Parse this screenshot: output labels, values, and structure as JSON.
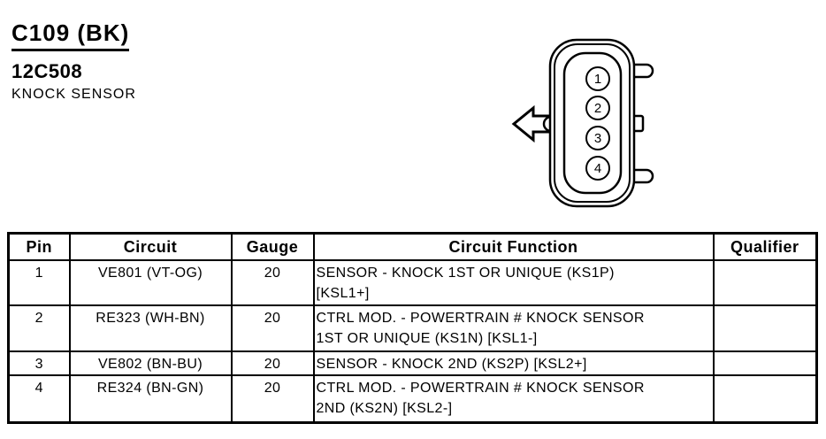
{
  "page": {
    "paper_color": "#ffffff",
    "ink_color": "#000000"
  },
  "header": {
    "connector_id": "C109 (BK)",
    "part_number": "12C508",
    "component_name": "KNOCK SENSOR"
  },
  "connector": {
    "pins": [
      "1",
      "2",
      "3",
      "4"
    ],
    "orientation_icon": "left-arrow"
  },
  "table": {
    "columns": {
      "pin": "Pin",
      "circuit": "Circuit",
      "gauge": "Gauge",
      "function": "Circuit Function",
      "qualifier": "Qualifier"
    },
    "rows": [
      {
        "pin": "1",
        "circuit": "VE801 (VT-OG)",
        "gauge": "20",
        "function": "SENSOR - KNOCK 1ST OR UNIQUE (KS1P)\n[KSL1+]",
        "qualifier": ""
      },
      {
        "pin": "2",
        "circuit": "RE323 (WH-BN)",
        "gauge": "20",
        "function": "CTRL MOD. - POWERTRAIN # KNOCK SENSOR\n1ST OR UNIQUE (KS1N) [KSL1-]",
        "qualifier": ""
      },
      {
        "pin": "3",
        "circuit": "VE802 (BN-BU)",
        "gauge": "20",
        "function": "SENSOR - KNOCK 2ND (KS2P) [KSL2+]",
        "qualifier": ""
      },
      {
        "pin": "4",
        "circuit": "RE324 (BN-GN)",
        "gauge": "20",
        "function": "CTRL MOD. - POWERTRAIN # KNOCK SENSOR\n2ND (KS2N) [KSL2-]",
        "qualifier": ""
      }
    ]
  }
}
